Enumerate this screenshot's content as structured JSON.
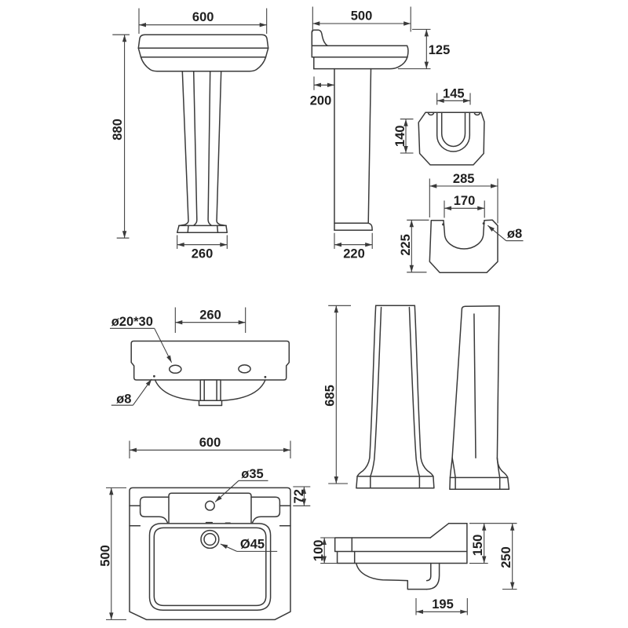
{
  "drawing_type": "technical dimensional drawing - basin and pedestal",
  "colors": {
    "background": "#ffffff",
    "line": "#3a3a3a",
    "text": "#1f1f1f"
  },
  "views": {
    "front": {
      "width": "600",
      "height": "880",
      "base_width": "260"
    },
    "side": {
      "depth": "500",
      "rim_height": "125",
      "wall_offset": "200",
      "base_depth": "220"
    },
    "pedestal_top_section": {
      "inner_width": "145",
      "inner_depth": "140"
    },
    "pedestal_base_section": {
      "width": "285",
      "inner_width": "170",
      "depth": "225",
      "hole": "ø8"
    },
    "basin_rear": {
      "slot": "ø20*30",
      "hole_spacing": "260",
      "hole": "ø8"
    },
    "pedestal_elevations": {
      "height": "685"
    },
    "plan": {
      "width": "600",
      "tap_hole": "ø35",
      "ledge": "72",
      "depth": "500",
      "waste": "Ø45"
    },
    "section": {
      "front_height": "100",
      "back_height": "150",
      "overall_height": "250",
      "trap_offset": "195"
    }
  }
}
